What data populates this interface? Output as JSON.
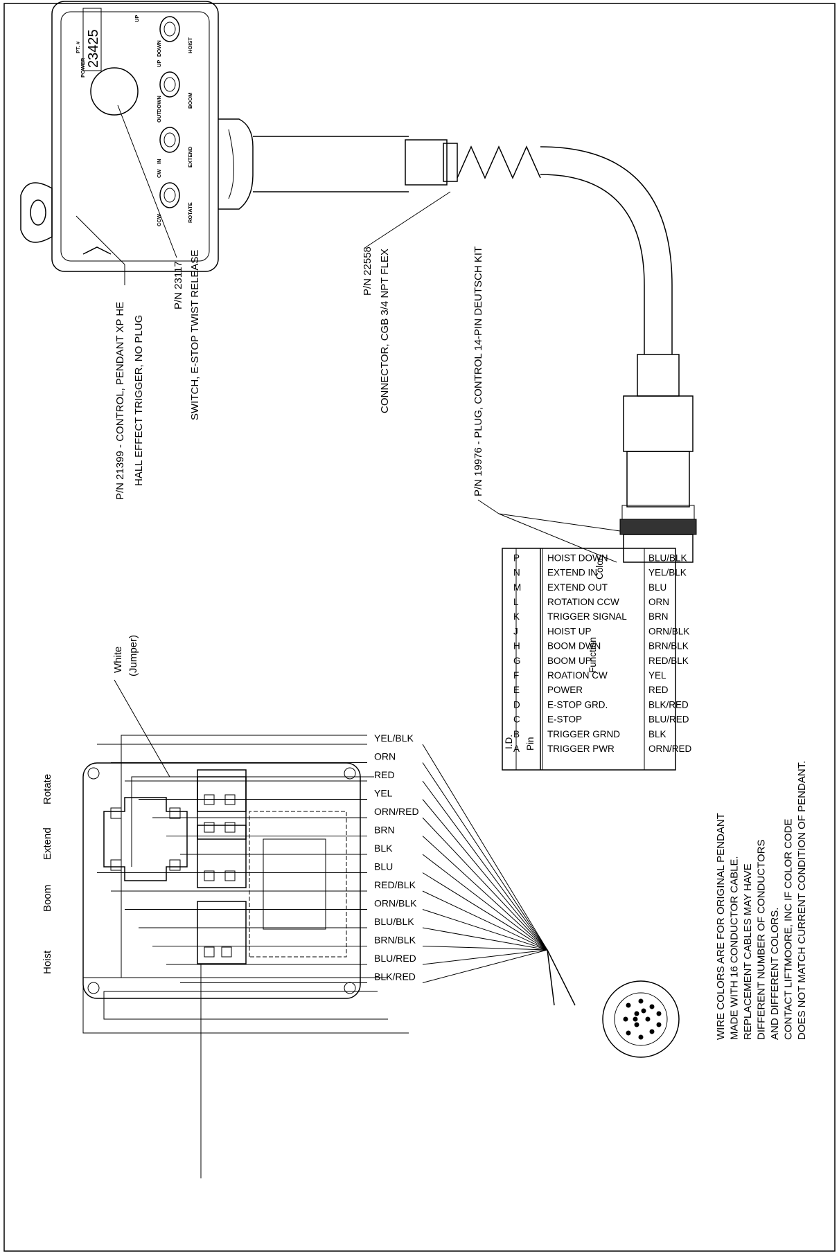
{
  "labels": {
    "pendant": "P/N 21399  -  CONTROL, PENDANT XP HE",
    "pendant_sub": "HALL EFFECT TRIGGER, NO PLUG",
    "estop_pn": "P/N 23117",
    "estop_desc": "SWITCH, E-STOP TWIST RELEASE",
    "connector_pn": "P/N 22558",
    "connector_desc": "CONNECTOR, CGB 3/4 NPT FLEX",
    "plug": "P/N 19976  -  PLUG, CONTROL 14-PIN DEUTSCH KIT"
  },
  "pendant_face": {
    "part_prefix": "PT. #",
    "part_number": "23425",
    "power": "POWER",
    "rotate": {
      "name": "ROTATE",
      "a": "CW",
      "b": "CCW"
    },
    "extend": {
      "name": "EXTEND",
      "a": "OUT",
      "b": "IN"
    },
    "boom": {
      "name": "BOOM",
      "a": "UP",
      "b": "DOWN"
    },
    "hoist": {
      "name": "HOIST",
      "a": "UP",
      "b": "DOWN"
    }
  },
  "wiring": {
    "switch_labels": [
      "Hoist",
      "Boom",
      "Extend",
      "Rotate"
    ],
    "jumper_line1": "White",
    "jumper_line2": "(Jumper)",
    "wires": [
      "YEL/BLK",
      "ORN",
      "RED",
      "YEL",
      "ORN/RED",
      "BRN",
      "BLK",
      "BLU",
      "RED/BLK",
      "ORN/BLK",
      "BLU/BLK",
      "BRN/BLK",
      "BLU/RED",
      "BLK/RED"
    ]
  },
  "pin_table": {
    "headers": {
      "pin1": "Pin",
      "pin2": "I.D.",
      "function": "Function",
      "color": "Color"
    },
    "rows": [
      {
        "pin": "A",
        "function": "TRIGGER PWR",
        "color": "ORN/RED"
      },
      {
        "pin": "B",
        "function": "TRIGGER GRND",
        "color": "BLK"
      },
      {
        "pin": "C",
        "function": "E-STOP",
        "color": "BLU/RED"
      },
      {
        "pin": "D",
        "function": "E-STOP GRD.",
        "color": "BLK/RED"
      },
      {
        "pin": "E",
        "function": "POWER",
        "color": "RED"
      },
      {
        "pin": "F",
        "function": "ROATION CW",
        "color": "YEL"
      },
      {
        "pin": "G",
        "function": "BOOM UP",
        "color": "RED/BLK"
      },
      {
        "pin": "H",
        "function": "BOOM DWN",
        "color": "BRN/BLK"
      },
      {
        "pin": "J",
        "function": "HOIST UP",
        "color": "ORN/BLK"
      },
      {
        "pin": "K",
        "function": "TRIGGER SIGNAL",
        "color": "BRN"
      },
      {
        "pin": "L",
        "function": "ROTATION CCW",
        "color": "ORN"
      },
      {
        "pin": "M",
        "function": "EXTEND OUT",
        "color": "BLU"
      },
      {
        "pin": "N",
        "function": "EXTEND IN",
        "color": "YEL/BLK"
      },
      {
        "pin": "P",
        "function": "HOIST DOWN",
        "color": "BLU/BLK"
      }
    ]
  },
  "note": [
    "WIRE COLORS ARE FOR ORIGINAL PENDANT",
    "MADE WITH 16 CONDUCTOR CABLE.",
    "REPLACEMENT CABLES MAY HAVE",
    "DIFFERENT NUMBER OF CONDUCTORS",
    "AND DIFFERENT COLORS.",
    "CONTACT LIFTMOORE, INC IF COLOR CODE",
    "DOES NOT MATCH CURRENT CONDITION OF PENDANT."
  ]
}
